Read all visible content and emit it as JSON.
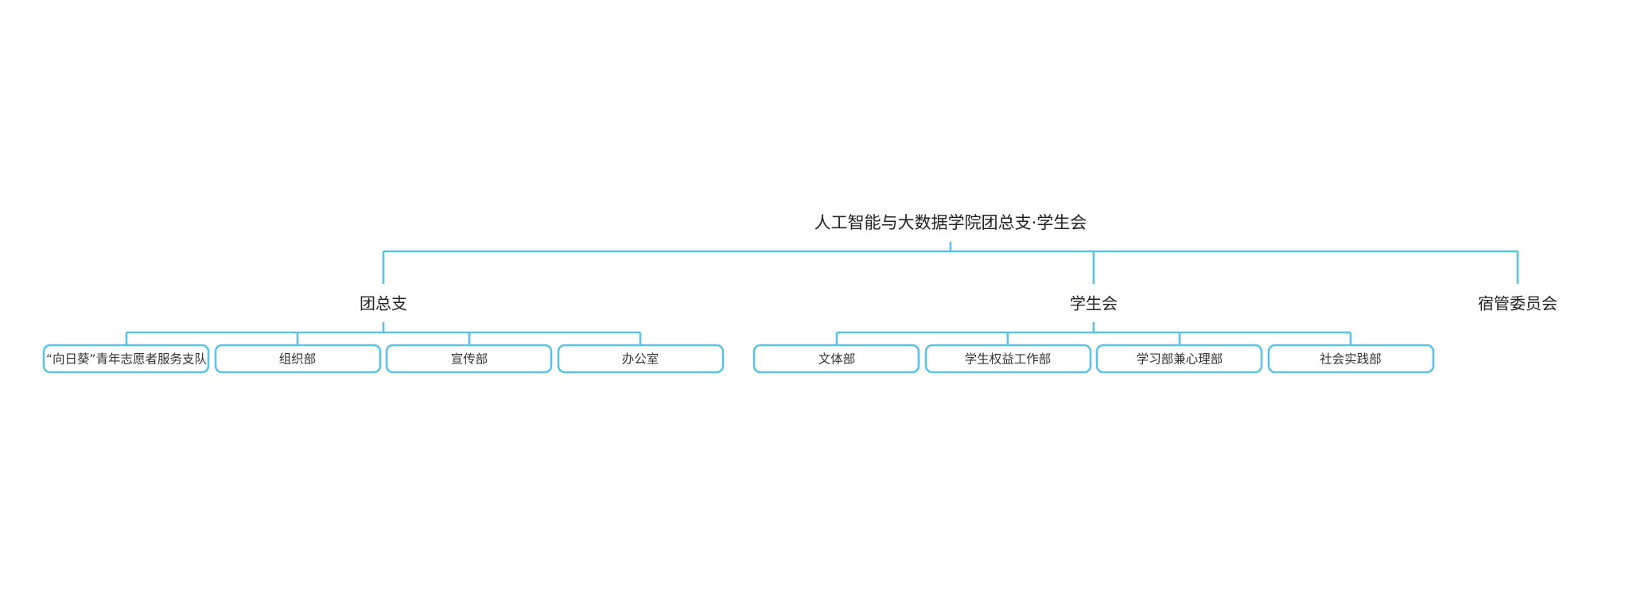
{
  "root": {
    "label": "人工智能与大数据学院团总支·学生会"
  },
  "branches": [
    {
      "label": "团总支",
      "children": [
        "“向日葵”青年志愿者服务支队",
        "组织部",
        "宣传部",
        "办公室"
      ]
    },
    {
      "label": "学生会",
      "children": [
        "文体部",
        "学生权益工作部",
        "学习部兼心理部",
        "社会实践部"
      ]
    },
    {
      "label": "宿管委员会",
      "children": []
    }
  ],
  "colors": {
    "connector": "#5bc2ea",
    "node_border": "#5bc2ea",
    "text": "#222222"
  }
}
